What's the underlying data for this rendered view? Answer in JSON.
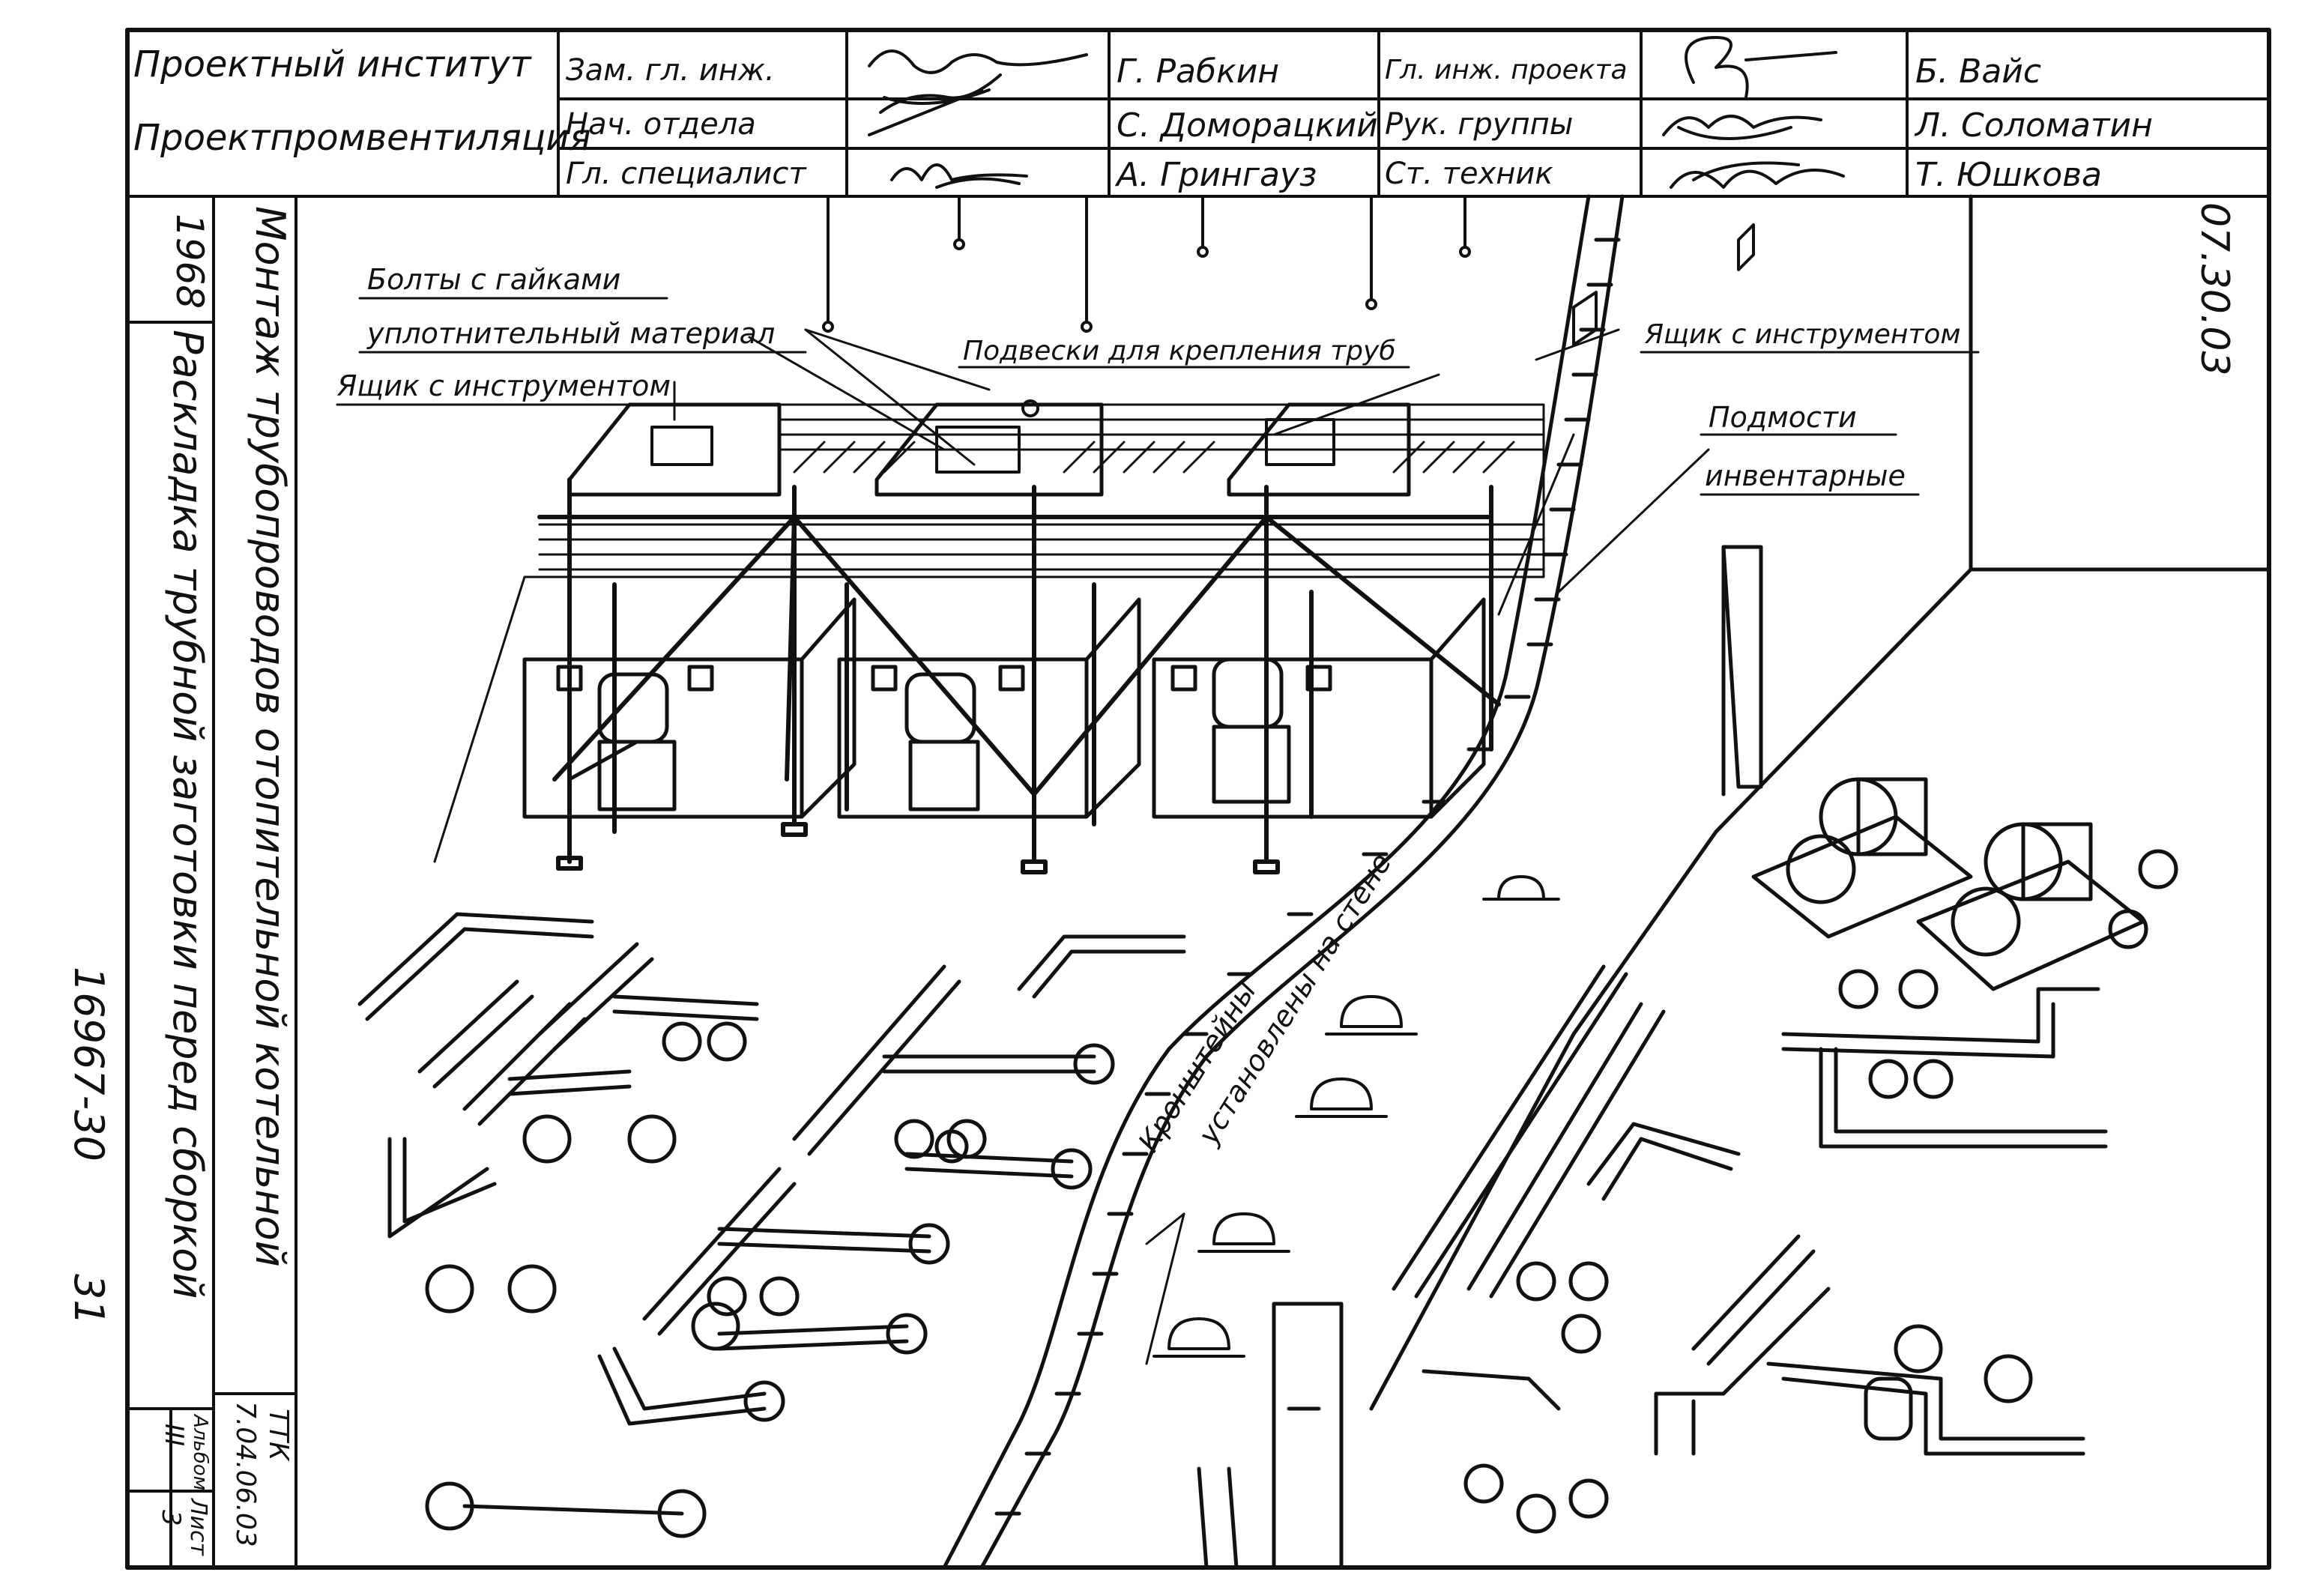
{
  "title_block": {
    "institute_line1": "Проектный институт",
    "institute_line2": "Проектпромвентиляция",
    "roles_left": [
      "Зам. гл. инж.",
      "Нач. отдела",
      "Гл. специалист"
    ],
    "names_left": [
      "Г. Рабкин",
      "С. Доморацкий",
      "А. Грингауз"
    ],
    "roles_right": [
      "Гл. инж. проекта",
      "Рук. группы",
      "Ст. техник"
    ],
    "names_right": [
      "Б. Вайс",
      "Л. Соломатин",
      "Т. Юшкова"
    ]
  },
  "side": {
    "year": "1968",
    "work_title": "Монтаж трубопроводов отопительной котельной",
    "drawing_title": "Раскладка трубной заготовки перед сборкой",
    "code_label": "ТТК",
    "code_value": "7.04.06.03",
    "album_label": "Альбом",
    "album_value": "III",
    "sheet_label": "Лист",
    "sheet_value": "3",
    "archive_number": "16967-30",
    "archive_page": "31",
    "right_code": "07.30.03"
  },
  "callouts": {
    "bolts": "Болты с гайками",
    "sealing": "уплотнительный материал",
    "toolbox_left": "Ящик с инструментом",
    "hangers": "Подвески для крепления труб",
    "toolbox_right": "Ящик с инструментом",
    "scaffold_1": "Подмости",
    "scaffold_2": "инвентарные",
    "brackets_1": "Кронштейны",
    "brackets_2": "установлены на стене"
  }
}
